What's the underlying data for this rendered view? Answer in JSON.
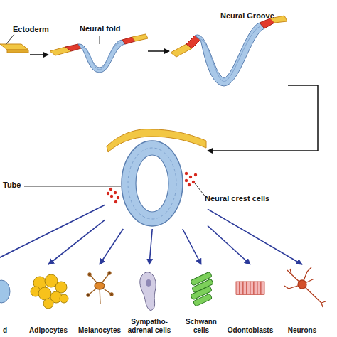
{
  "diagram": {
    "nodes": [
      {
        "text": [
          "Ectoderm"
        ]
      },
      {
        "text": [
          "Neural fold"
        ]
      },
      {
        "text": [
          "Neural Groove"
        ]
      },
      {
        "text": [
          "Tube",
          "Neural crest cells"
        ]
      },
      {
        "text": [
          "d"
        ]
      },
      {
        "text": [
          "Adipocytes"
        ]
      },
      {
        "text": [
          "Melanocytes"
        ]
      },
      {
        "text": [
          "Sympatho-adrenal cells"
        ]
      },
      {
        "text": [
          "Schwann cells"
        ]
      },
      {
        "text": [
          "Odontoblasts"
        ]
      },
      {
        "text": [
          "Neurons"
        ]
      }
    ],
    "edges": [
      {
        "from": 0,
        "to": 1,
        "arrow": "to"
      },
      {
        "from": 1,
        "to": 2,
        "arrow": "to"
      },
      {
        "from": 2,
        "to": 3,
        "arrow": "to"
      },
      {
        "from": 3,
        "to": 4,
        "arrow": "to"
      },
      {
        "from": 3,
        "to": 5,
        "arrow": "to"
      },
      {
        "from": 3,
        "to": 6,
        "arrow": "to"
      },
      {
        "from": 3,
        "to": 7,
        "arrow": "to"
      },
      {
        "from": 3,
        "to": 8,
        "arrow": "to"
      },
      {
        "from": 3,
        "to": 9,
        "arrow": "to"
      },
      {
        "from": 3,
        "to": 10,
        "arrow": "to"
      }
    ]
  }
}
